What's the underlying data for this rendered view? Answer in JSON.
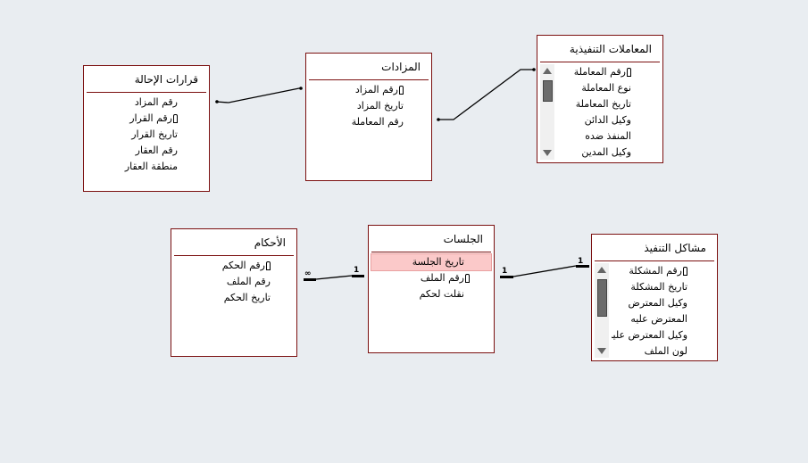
{
  "tables": [
    {
      "title": "قرارات الإحالة",
      "fields": [
        "رقم المزاد",
        "رقم القرار",
        "تاريخ القرار",
        "رقم العقار",
        "منطقة العقار"
      ],
      "key": [
        1
      ]
    },
    {
      "title": "المزادات",
      "fields": [
        "رقم المزاد",
        "تاريخ المزاد",
        "رقم المعاملة"
      ],
      "key": [
        0
      ]
    },
    {
      "title": "المعاملات التنفيذية",
      "fields": [
        "رقم المعاملة",
        "نوع المعاملة",
        "تاريخ المعاملة",
        "وكيل الدائن",
        "المنفذ ضده",
        "وكيل المدين"
      ],
      "key": [
        0
      ]
    },
    {
      "title": "الأحكام",
      "fields": [
        "رقم الحكم",
        "رقم الملف",
        "تاريخ الحكم"
      ],
      "key": [
        0
      ]
    },
    {
      "title": "الجلسات",
      "fields": [
        "تاريخ الجلسة",
        "رقم الملف",
        "نقلت لحكم"
      ],
      "key": [
        1
      ]
    },
    {
      "title": "مشاكل التنفيذ",
      "fields": [
        "رقم المشكلة",
        "تاريخ المشكلة",
        "وكيل المعترض",
        "المعترض عليه",
        "وكيل المعترض عليه",
        "لون الملف"
      ],
      "key": [
        0
      ]
    }
  ],
  "relations": {
    "one": "1",
    "many": "∞"
  },
  "colors": {
    "border": "#7b1010",
    "highlight": "#fbc9c9"
  }
}
